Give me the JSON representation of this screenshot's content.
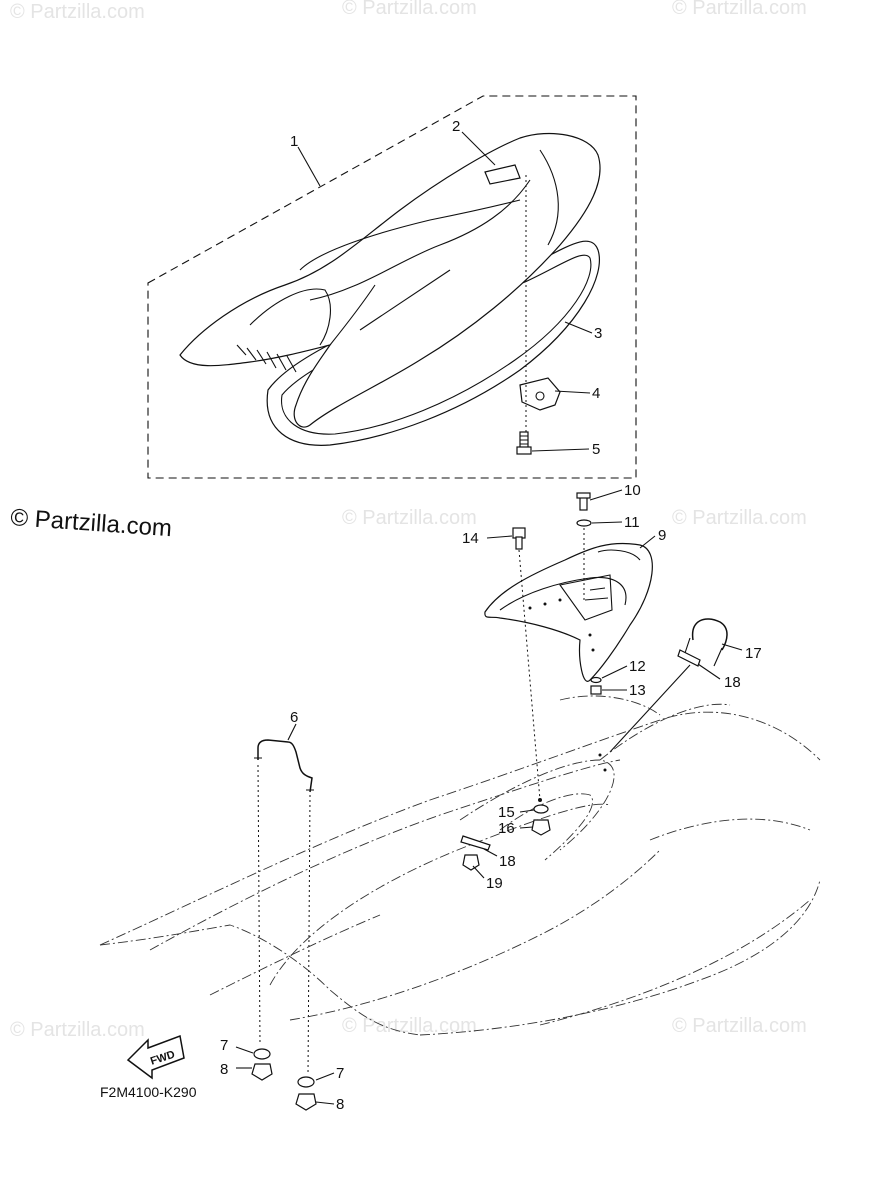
{
  "watermarks": {
    "small": "© Partzilla.com",
    "large": "© Partzilla.com"
  },
  "callouts": {
    "c1": "1",
    "c2": "2",
    "c3": "3",
    "c4": "4",
    "c5": "5",
    "c6": "6",
    "c7a": "7",
    "c7b": "7",
    "c8a": "8",
    "c8b": "8",
    "c9": "9",
    "c10": "10",
    "c11": "11",
    "c12": "12",
    "c13": "13",
    "c14": "14",
    "c15": "15",
    "c16": "16",
    "c17": "17",
    "c18a": "18",
    "c18b": "18",
    "c19": "19"
  },
  "fwd_label": "FWD",
  "figure_code": "F2M4100-K290"
}
